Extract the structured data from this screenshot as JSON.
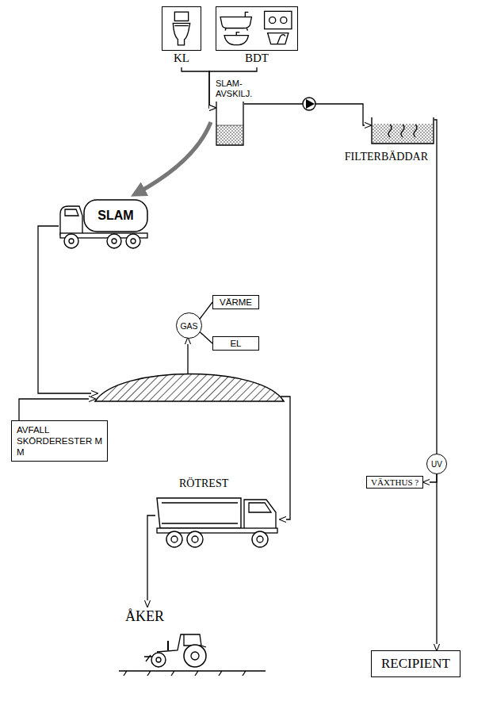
{
  "diagram": {
    "nodes": [
      {
        "text": [
          "KL"
        ]
      },
      {
        "text": [
          "BDT"
        ]
      },
      {
        "text": [
          "SLAM- AVSKILJ."
        ]
      },
      {
        "text": [
          "SLAM"
        ]
      },
      {
        "text": [
          "FILTERBÄDDAR"
        ]
      },
      {
        "text": [
          "GAS"
        ]
      },
      {
        "text": [
          "VÄRME"
        ]
      },
      {
        "text": [
          "EL"
        ]
      },
      {
        "text": [
          "AVFALL SKÖRDERESTER M M"
        ]
      },
      {
        "text": [
          "RÖTREST"
        ]
      },
      {
        "text": [
          "ÅKER"
        ]
      },
      {
        "text": [
          "UV"
        ]
      },
      {
        "text": [
          "VÄXTHUS ?"
        ]
      },
      {
        "text": [
          "RECIPIENT"
        ]
      }
    ],
    "edges": [
      {
        "from": 0,
        "to": 2,
        "arrow": "to"
      },
      {
        "from": 1,
        "to": 2,
        "arrow": "to"
      },
      {
        "from": 2,
        "to": 4,
        "arrow": "to"
      },
      {
        "from": 2,
        "to": 3,
        "arrow": "to"
      },
      {
        "from": 4,
        "to": 11,
        "arrow": "none"
      },
      {
        "from": 11,
        "to": 12,
        "arrow": "to"
      },
      {
        "from": 11,
        "to": 13,
        "arrow": "to"
      },
      {
        "from": 5,
        "to": 6,
        "arrow": "none"
      },
      {
        "from": 5,
        "to": 7,
        "arrow": "none"
      },
      {
        "from": 9,
        "to": 10,
        "arrow": "to"
      }
    ]
  }
}
